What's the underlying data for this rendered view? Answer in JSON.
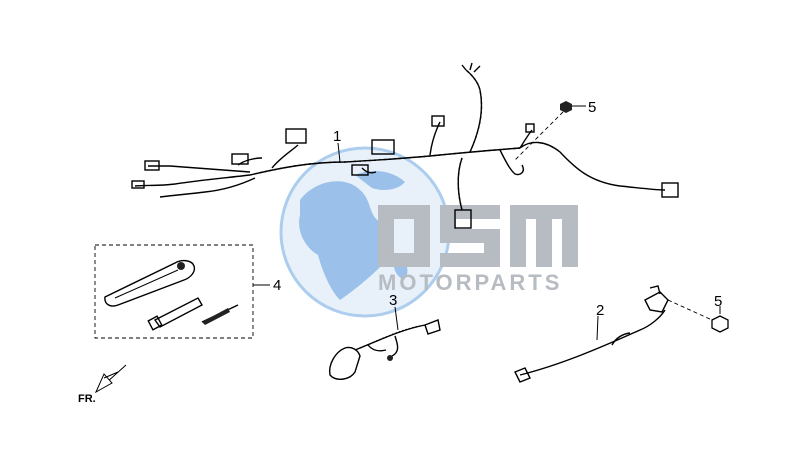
{
  "watermark": {
    "letters": "OSM",
    "subtitle": "MOTORPARTS",
    "globe_color": "#4a90d9",
    "text_color": "#b7bcc3"
  },
  "callouts": [
    {
      "id": "1",
      "label": "1",
      "part": "wire-harness"
    },
    {
      "id": "2",
      "label": "2",
      "part": "ground-cable"
    },
    {
      "id": "3",
      "label": "3",
      "part": "spark-plug-cable"
    },
    {
      "id": "4",
      "label": "4",
      "part": "tool-kit"
    },
    {
      "id": "5a",
      "label": "5",
      "part": "bolt"
    },
    {
      "id": "5b",
      "label": "5",
      "part": "bolt"
    }
  ],
  "front_indicator": "FR."
}
